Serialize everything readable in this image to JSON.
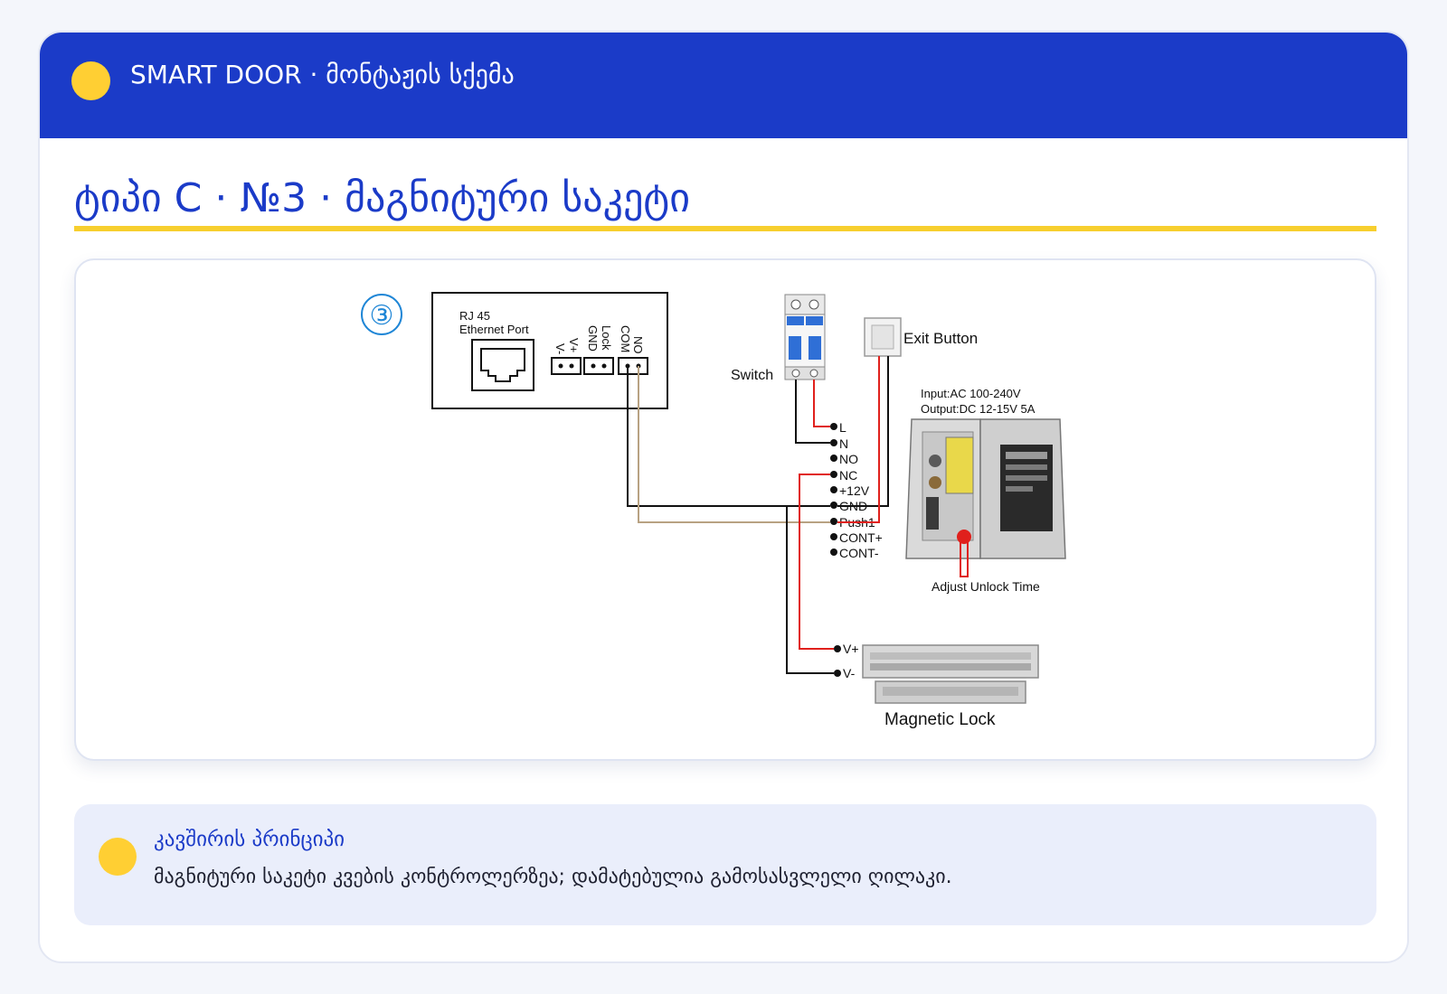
{
  "header": {
    "brand": "SMART DOOR · მონტაჟის სქემა"
  },
  "page": {
    "title": "ტიპი C · №3 · მაგნიტური საკეტი"
  },
  "diagram": {
    "step_number": "③",
    "controller": {
      "rj45_line1": "RJ 45",
      "rj45_line2": "Ethernet Port",
      "pins": [
        "V-",
        "V+",
        "GND",
        "Lock",
        "COM",
        "NO"
      ]
    },
    "switch_label": "Switch",
    "exit_button_label": "Exit Button",
    "psu": {
      "input": "Input:AC 100-240V",
      "output": "Output:DC 12-15V 5A",
      "terminals": [
        "L",
        "N",
        "NO",
        "NC",
        "+12V",
        "GND",
        "Push1",
        "CONT+",
        "CONT-"
      ],
      "adjust_label": "Adjust Unlock Time"
    },
    "lock": {
      "terminals": [
        "V+",
        "V-"
      ],
      "label": "Magnetic Lock"
    },
    "colors": {
      "red_wire": "#e0201c",
      "black_wire": "#111111",
      "tan_wire": "#b8a282"
    }
  },
  "note": {
    "title": "კავშირის პრინციპი",
    "text": "მაგნიტური საკეტი კვების კონტროლერზეა; დამატებულია გამოსასვლელი ღილაკი."
  }
}
